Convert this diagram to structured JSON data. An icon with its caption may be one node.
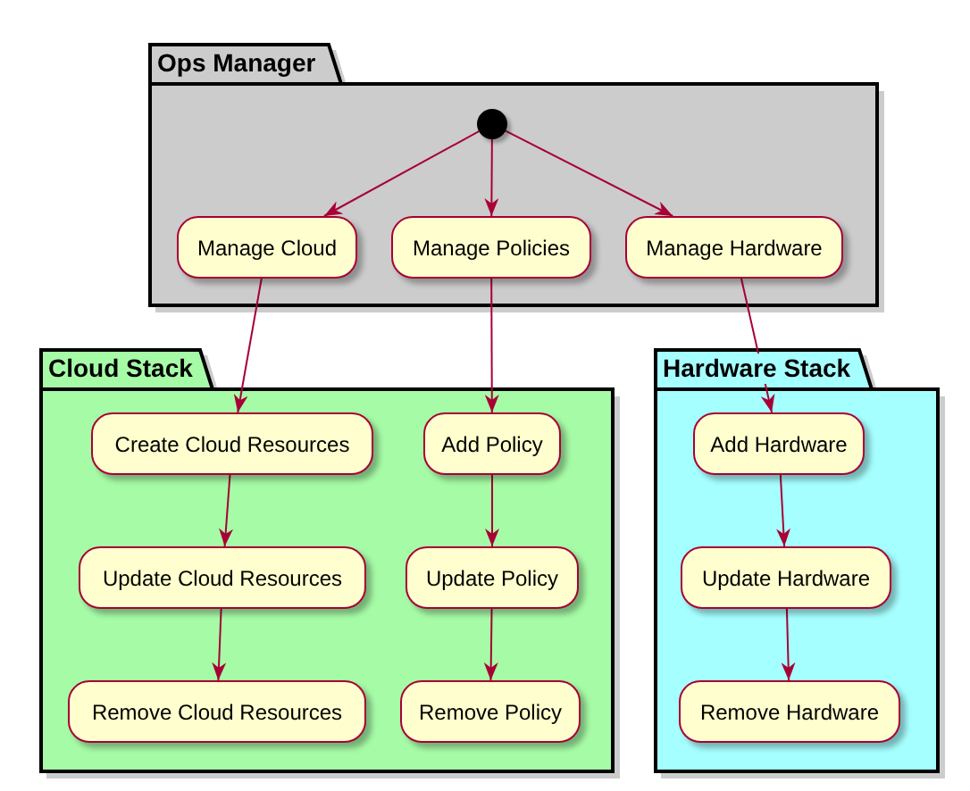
{
  "diagram": {
    "nodes": [
      {
        "text": [
          "Ops Manager"
        ]
      },
      {
        "text": [],
        "shape": "circle",
        "in": 0
      },
      {
        "text": [
          "Manage Cloud"
        ],
        "in": 0
      },
      {
        "text": [
          "Manage Policies"
        ],
        "in": 0
      },
      {
        "text": [
          "Manage Hardware"
        ],
        "in": 0
      },
      {
        "text": [
          "Cloud Stack"
        ]
      },
      {
        "text": [
          "Create Cloud Resources"
        ],
        "in": 5
      },
      {
        "text": [
          "Add Policy"
        ],
        "in": 5
      },
      {
        "text": [
          "Update Cloud Resources"
        ],
        "in": 5
      },
      {
        "text": [
          "Update Policy"
        ],
        "in": 5
      },
      {
        "text": [
          "Remove Cloud Resources"
        ],
        "in": 5
      },
      {
        "text": [
          "Remove Policy"
        ],
        "in": 5
      },
      {
        "text": [
          "Hardware Stack"
        ]
      },
      {
        "text": [
          "Add Hardware"
        ],
        "in": 12
      },
      {
        "text": [
          "Update Hardware"
        ],
        "in": 12
      },
      {
        "text": [
          "Remove Hardware"
        ],
        "in": 12
      }
    ],
    "edges": [
      {
        "from": 1,
        "to": 2,
        "arrow": "to"
      },
      {
        "from": 1,
        "to": 3,
        "arrow": "to"
      },
      {
        "from": 1,
        "to": 4,
        "arrow": "to"
      },
      {
        "from": 2,
        "to": 6,
        "arrow": "to"
      },
      {
        "from": 3,
        "to": 7,
        "arrow": "to"
      },
      {
        "from": 4,
        "to": 13,
        "arrow": "to"
      },
      {
        "from": 6,
        "to": 8,
        "arrow": "to"
      },
      {
        "from": 8,
        "to": 10,
        "arrow": "to"
      },
      {
        "from": 7,
        "to": 9,
        "arrow": "to"
      },
      {
        "from": 9,
        "to": 11,
        "arrow": "to"
      },
      {
        "from": 13,
        "to": 14,
        "arrow": "to"
      },
      {
        "from": 14,
        "to": 15,
        "arrow": "to"
      }
    ]
  }
}
